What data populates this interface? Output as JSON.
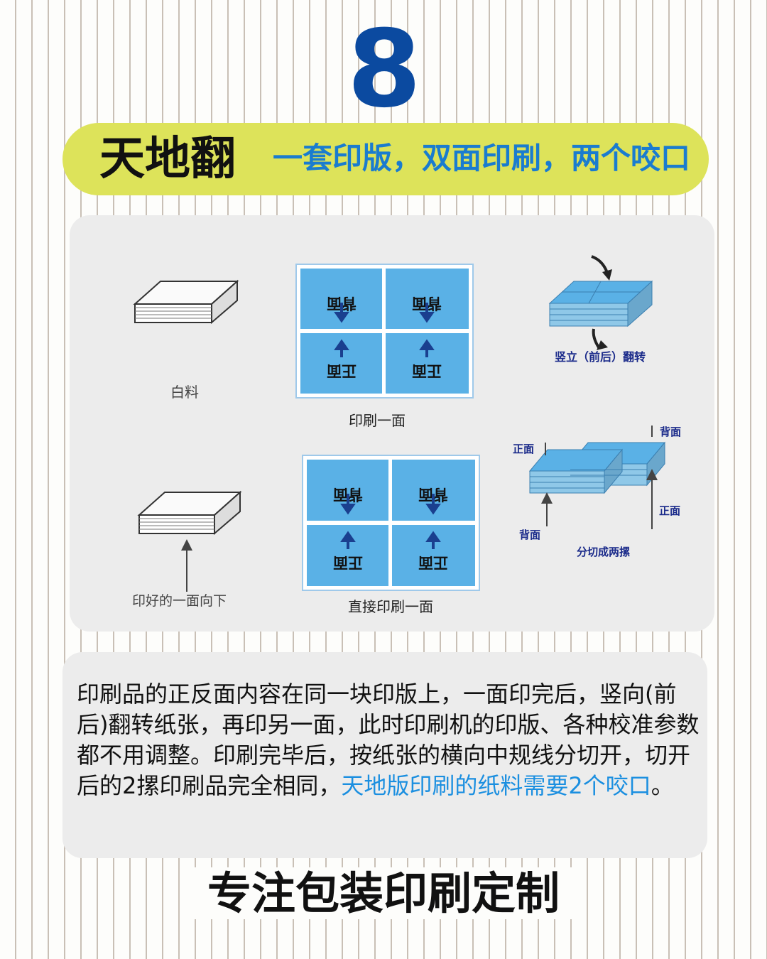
{
  "number": "8",
  "title": "天地翻",
  "subtitle": "一套印版，双面印刷，两个咬口",
  "diagram": {
    "blank_label": "白料",
    "print_one_side_label": "印刷一面",
    "flip_label": "竖立（前后）翻转",
    "face_down_label": "印好的一面向下",
    "print_direct_label": "直接印刷一面",
    "split_label": "分切成两摞",
    "back": "背面",
    "front": "正面",
    "cell_back": "背面",
    "cell_front": "正面"
  },
  "paragraph": {
    "main": "印刷品的正反面内容在同一块印版上，一面印完后，竖向(前后)翻转纸张，再印另一面，此时印刷机的印版、各种校准参数都不用调整。印刷完毕后，按纸张的横向中规线分切开，切开后的2摞印刷品完全相同，",
    "highlight": "天地版印刷的纸料需要2个咬口",
    "end": "。"
  },
  "footer": "专注包装印刷定制",
  "colors": {
    "number": "#0b4aa0",
    "title_bar": "#dde35a",
    "subtitle": "#1a7ccf",
    "panel_blue": "#5ab1e6",
    "label_navy": "#1a2a8a",
    "highlight": "#1b8fe0"
  }
}
